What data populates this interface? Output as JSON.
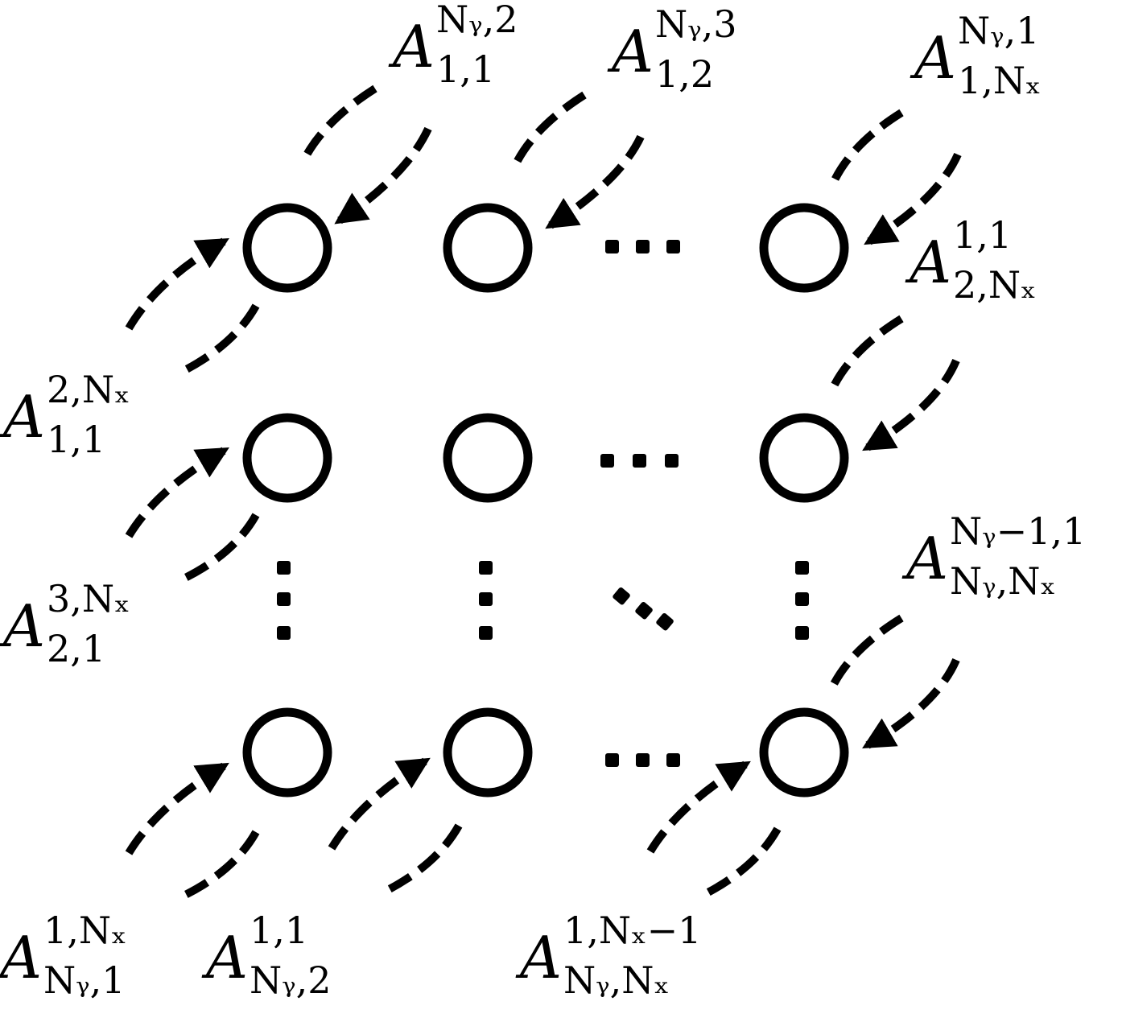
{
  "diagram": {
    "labels": [
      {
        "id": "top-1",
        "base": "A",
        "sup": "Nᵧ,2",
        "sub": "1,1"
      },
      {
        "id": "top-2",
        "base": "A",
        "sup": "Nᵧ,3",
        "sub": "1,2"
      },
      {
        "id": "top-3",
        "base": "A",
        "sup": "Nᵧ,1",
        "sub": "1,Nₓ"
      },
      {
        "id": "right-1",
        "base": "A",
        "sup": "1,1",
        "sub": "2,Nₓ"
      },
      {
        "id": "right-2",
        "base": "A",
        "sup": "Nᵧ−1,1",
        "sub": "Nᵧ,Nₓ"
      },
      {
        "id": "left-1",
        "base": "A",
        "sup": "2,Nₓ",
        "sub": "1,1"
      },
      {
        "id": "left-2",
        "base": "A",
        "sup": "3,Nₓ",
        "sub": "2,1"
      },
      {
        "id": "bottom-1",
        "base": "A",
        "sup": "1,Nₓ",
        "sub": "Nᵧ,1"
      },
      {
        "id": "bottom-2",
        "base": "A",
        "sup": "1,1",
        "sub": "Nᵧ,2"
      },
      {
        "id": "bottom-3",
        "base": "A",
        "sup": "1,Nₓ−1",
        "sub": "Nᵧ,Nₓ"
      }
    ],
    "colors": {
      "stroke": "#000000",
      "background": "#ffffff"
    }
  }
}
